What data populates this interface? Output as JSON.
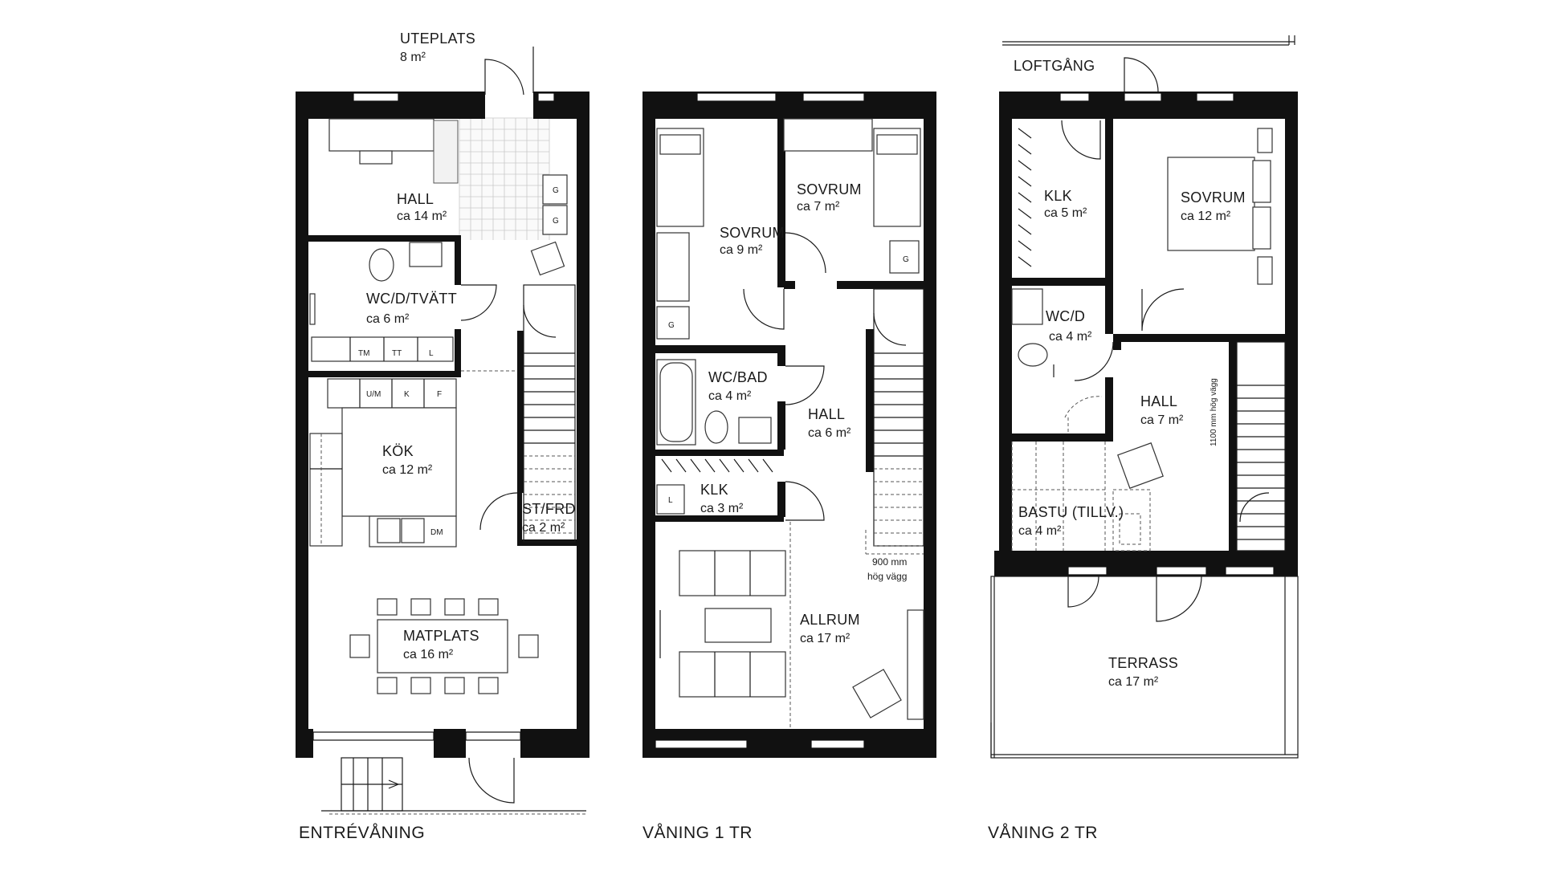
{
  "floors": [
    {
      "title": "ENTRÉVÅNING",
      "rooms": [
        {
          "name": "UTEPLATS",
          "area": "8 m²"
        },
        {
          "name": "HALL",
          "area": "ca 14 m²"
        },
        {
          "name": "WC/D/TVÄTT",
          "area": "ca 6 m²"
        },
        {
          "name": "KÖK",
          "area": "ca 12 m²"
        },
        {
          "name": "ST/FRD",
          "area": "ca 2 m²"
        },
        {
          "name": "MATPLATS",
          "area": "ca 16 m²"
        }
      ],
      "appliance_labels": [
        "G",
        "G",
        "TM",
        "TT",
        "L",
        "U/M",
        "K",
        "F",
        "DM"
      ]
    },
    {
      "title": "VÅNING 1 TR",
      "rooms": [
        {
          "name": "SOVRUM",
          "area": "ca 9 m²"
        },
        {
          "name": "SOVRUM",
          "area": "ca 7 m²"
        },
        {
          "name": "WC/BAD",
          "area": "ca 4 m²"
        },
        {
          "name": "HALL",
          "area": "ca 6 m²"
        },
        {
          "name": "KLK",
          "area": "ca 3 m²"
        },
        {
          "name": "ALLRUM",
          "area": "ca 17 m²"
        }
      ],
      "appliance_labels": [
        "G",
        "G",
        "L"
      ],
      "notes": [
        "900 mm",
        "hög vägg"
      ]
    },
    {
      "title": "VÅNING 2 TR",
      "rooms": [
        {
          "name": "LOFTGÅNG",
          "area": ""
        },
        {
          "name": "KLK",
          "area": "ca 5 m²"
        },
        {
          "name": "SOVRUM",
          "area": "ca 12 m²"
        },
        {
          "name": "WC/D",
          "area": "ca 4 m²"
        },
        {
          "name": "HALL",
          "area": "ca 7 m²"
        },
        {
          "name": "BASTU (TILLV.)",
          "area": "ca 4 m²"
        },
        {
          "name": "TERRASS",
          "area": "ca 17 m²"
        }
      ],
      "notes": [
        "1100 mm hög vägg"
      ]
    }
  ],
  "colors": {
    "wall": "#111111",
    "tile_grid": "#c8c8c8",
    "background": "#ffffff"
  }
}
